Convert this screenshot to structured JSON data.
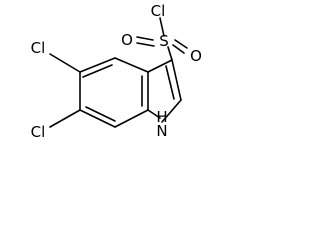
{
  "molecule": {
    "atom_labels": {
      "cl_sulfonyl": "Cl",
      "sulfur": "S",
      "oxygen_left": "O",
      "oxygen_right": "O",
      "cl_top": "Cl",
      "cl_bottom": "Cl",
      "nh": "H",
      "nh_n": "N"
    },
    "colors": {
      "ink": "#000000",
      "background": "#ffffff"
    }
  }
}
